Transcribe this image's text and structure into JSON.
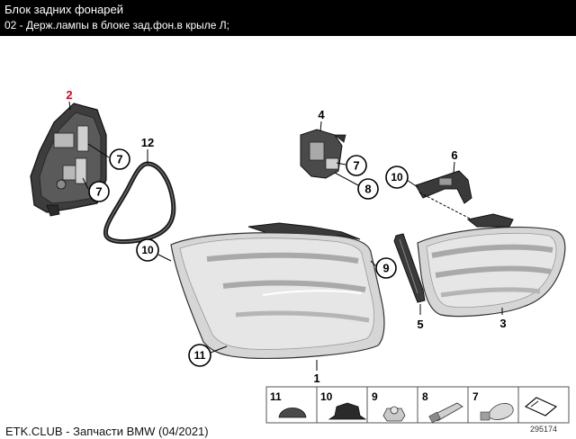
{
  "header": {
    "title": "Блок задних фонарей",
    "subtitle": "02 - Держ.лампы в блоке зад.фон.в крыле Л;"
  },
  "callouts": {
    "c1": "1",
    "c2": "2",
    "c3": "3",
    "c4": "4",
    "c5": "5",
    "c6": "6",
    "c7a": "7",
    "c7b": "7",
    "c7c": "7",
    "c8": "8",
    "c9a": "9",
    "c10a": "10",
    "c10b": "10",
    "c11a": "11",
    "c12": "12"
  },
  "legend": {
    "items": [
      "11",
      "10",
      "9",
      "8",
      "7"
    ]
  },
  "footer": {
    "text": "ETK.CLUB - Запчасти BMW (04/2021)",
    "image_id": "295174"
  },
  "colors": {
    "header_bg": "#000000",
    "highlight": "#e0001a",
    "lens": "#d6d6d6",
    "dark_part": "#3a3a3a"
  }
}
